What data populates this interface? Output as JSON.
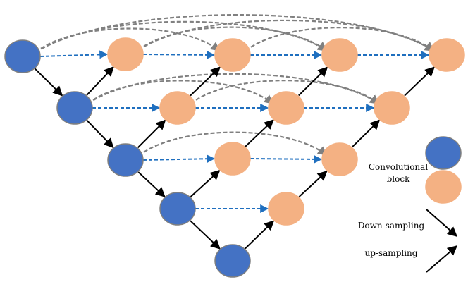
{
  "colors": {
    "encoder_node": "#4472C4",
    "decoder_node": "#F4B183",
    "node_outline": "#7F7F7F",
    "arrow": "#000000",
    "skip_dashed_gray": "#808080",
    "skip_dashed_blue": "#1F6FBF"
  },
  "legend": {
    "convolutional_block": [
      "Convolutional",
      "block"
    ],
    "down_sampling": "Down-sampling",
    "up_sampling": "up-sampling"
  },
  "nodes": [
    {
      "id": "X00",
      "type": "encoder"
    },
    {
      "id": "X10",
      "type": "encoder"
    },
    {
      "id": "X20",
      "type": "encoder"
    },
    {
      "id": "X30",
      "type": "encoder"
    },
    {
      "id": "X40",
      "type": "encoder"
    },
    {
      "id": "X01",
      "type": "decoder"
    },
    {
      "id": "X02",
      "type": "decoder"
    },
    {
      "id": "X03",
      "type": "decoder"
    },
    {
      "id": "X04",
      "type": "decoder"
    },
    {
      "id": "X11",
      "type": "decoder"
    },
    {
      "id": "X12",
      "type": "decoder"
    },
    {
      "id": "X13",
      "type": "decoder"
    },
    {
      "id": "X21",
      "type": "decoder"
    },
    {
      "id": "X22",
      "type": "decoder"
    },
    {
      "id": "X31",
      "type": "decoder"
    }
  ],
  "down_sampling_edges": [
    [
      "X00",
      "X10"
    ],
    [
      "X10",
      "X20"
    ],
    [
      "X20",
      "X30"
    ],
    [
      "X30",
      "X40"
    ]
  ],
  "up_sampling_edges": [
    [
      "X10",
      "X01"
    ],
    [
      "X20",
      "X11"
    ],
    [
      "X11",
      "X02"
    ],
    [
      "X30",
      "X21"
    ],
    [
      "X21",
      "X12"
    ],
    [
      "X12",
      "X03"
    ],
    [
      "X40",
      "X31"
    ],
    [
      "X31",
      "X22"
    ],
    [
      "X22",
      "X13"
    ],
    [
      "X13",
      "X04"
    ]
  ],
  "skip_edges": [
    [
      "X00",
      "X01"
    ],
    [
      "X01",
      "X02"
    ],
    [
      "X02",
      "X03"
    ],
    [
      "X03",
      "X04"
    ],
    [
      "X10",
      "X11"
    ],
    [
      "X11",
      "X12"
    ],
    [
      "X12",
      "X13"
    ],
    [
      "X20",
      "X21"
    ],
    [
      "X21",
      "X22"
    ],
    [
      "X30",
      "X31"
    ]
  ],
  "dense_skip_edges": [
    [
      "X00",
      "X02"
    ],
    [
      "X00",
      "X03"
    ],
    [
      "X00",
      "X04"
    ],
    [
      "X01",
      "X03"
    ],
    [
      "X01",
      "X04"
    ],
    [
      "X02",
      "X04"
    ],
    [
      "X10",
      "X12"
    ],
    [
      "X10",
      "X13"
    ],
    [
      "X11",
      "X13"
    ],
    [
      "X20",
      "X22"
    ]
  ]
}
